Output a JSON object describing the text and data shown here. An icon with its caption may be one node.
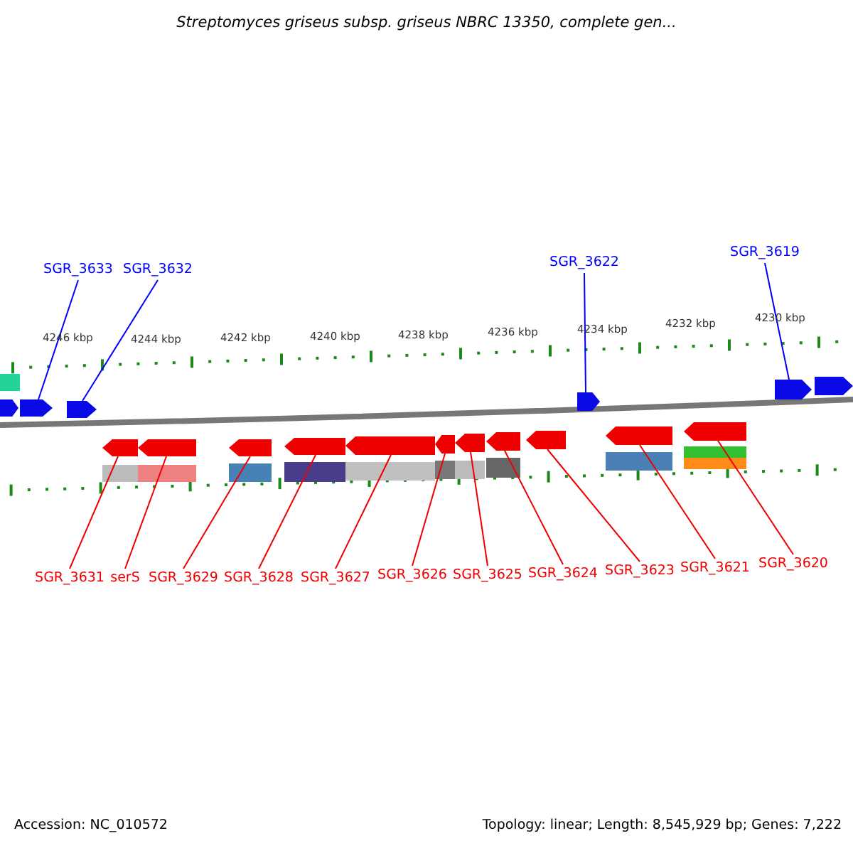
{
  "diagram": {
    "title": "Streptomyces griseus subsp. griseus NBRC 13350, complete gen...",
    "nodes": [
      {
        "text": [
          "SGR_3633"
        ]
      },
      {
        "text": [
          "SGR_3632"
        ]
      },
      {
        "text": [
          "SGR_3622"
        ]
      },
      {
        "text": [
          "SGR_3619"
        ]
      },
      {
        "text": [
          "SGR_3631"
        ]
      },
      {
        "text": [
          "serS"
        ]
      },
      {
        "text": [
          "SGR_3629"
        ]
      },
      {
        "text": [
          "SGR_3628"
        ]
      },
      {
        "text": [
          "SGR_3627"
        ]
      },
      {
        "text": [
          "SGR_3626"
        ]
      },
      {
        "text": [
          "SGR_3625"
        ]
      },
      {
        "text": [
          "SGR_3624"
        ]
      },
      {
        "text": [
          "SGR_3623"
        ]
      },
      {
        "text": [
          "SGR_3621"
        ]
      },
      {
        "text": [
          "SGR_3620"
        ]
      },
      {
        "text": [],
        "shape": "bar"
      },
      {
        "text": [],
        "shape": "bar"
      },
      {
        "text": [],
        "shape": "bar"
      },
      {
        "text": [],
        "shape": "bar"
      },
      {
        "text": [],
        "shape": "bar"
      },
      {
        "text": [],
        "shape": "bar"
      },
      {
        "text": [],
        "shape": "bar"
      },
      {
        "text": [],
        "shape": "bar"
      },
      {
        "text": [],
        "shape": "bar"
      },
      {
        "text": [],
        "shape": "bar"
      },
      {
        "text": [],
        "shape": "bar"
      },
      {
        "text": [],
        "shape": "bar"
      },
      {
        "text": [],
        "shape": "bar"
      },
      {
        "text": [],
        "shape": "bar"
      },
      {
        "text": [],
        "shape": "bar"
      },
      {
        "text": [],
        "shape": "bar"
      },
      {
        "text": [],
        "shape": "bar"
      }
    ],
    "edges": [
      {
        "from": 0,
        "to": 16,
        "arrow": "none",
        "color": "#0000ff"
      },
      {
        "from": 1,
        "to": 17,
        "arrow": "none",
        "color": "#0000ff"
      },
      {
        "from": 2,
        "to": 27,
        "arrow": "none",
        "color": "#0000ff"
      },
      {
        "from": 3,
        "to": 30,
        "arrow": "none",
        "color": "#0000ff"
      },
      {
        "from": 4,
        "to": 18,
        "arrow": "none"
      },
      {
        "from": 5,
        "to": 19,
        "arrow": "none"
      },
      {
        "from": 6,
        "to": 20,
        "arrow": "none"
      },
      {
        "from": 7,
        "to": 21,
        "arrow": "none"
      },
      {
        "from": 8,
        "to": 22,
        "arrow": "none"
      },
      {
        "from": 9,
        "to": 23,
        "arrow": "none"
      },
      {
        "from": 10,
        "to": 24,
        "arrow": "none"
      },
      {
        "from": 11,
        "to": 25,
        "arrow": "none"
      },
      {
        "from": 12,
        "to": 26,
        "arrow": "none"
      },
      {
        "from": 13,
        "to": 28,
        "arrow": "none"
      },
      {
        "from": 14,
        "to": 29,
        "arrow": "none"
      }
    ],
    "labels": [
      "4246 kbp",
      "4244 kbp",
      "4242 kbp",
      "4240 kbp",
      "4238 kbp",
      "4236 kbp",
      "4234 kbp",
      "4232 kbp",
      "4230 kbp",
      "Accession: NC_010572",
      "Topology: linear; Length: 8,545,929 bp; Genes: 7,222"
    ]
  }
}
